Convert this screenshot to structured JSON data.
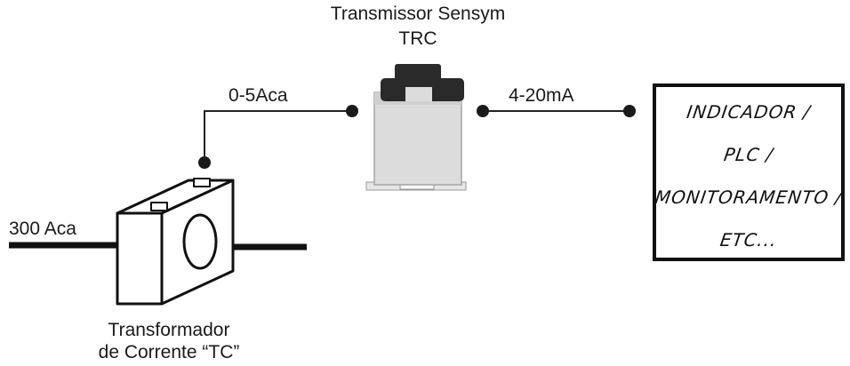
{
  "transmitter": {
    "title": "Transmissor Sensym",
    "model": "TRC"
  },
  "input_signal": "0-5Aca",
  "output_signal": "4-20mA",
  "primary_current": "300 Aca",
  "current_transformer": {
    "line1": "Transformador",
    "line2": "de Corrente “TC”"
  },
  "display": {
    "lines": [
      "INDICADOR /",
      "PLC /",
      "MONITORAMENTO /",
      "ETC..."
    ]
  }
}
